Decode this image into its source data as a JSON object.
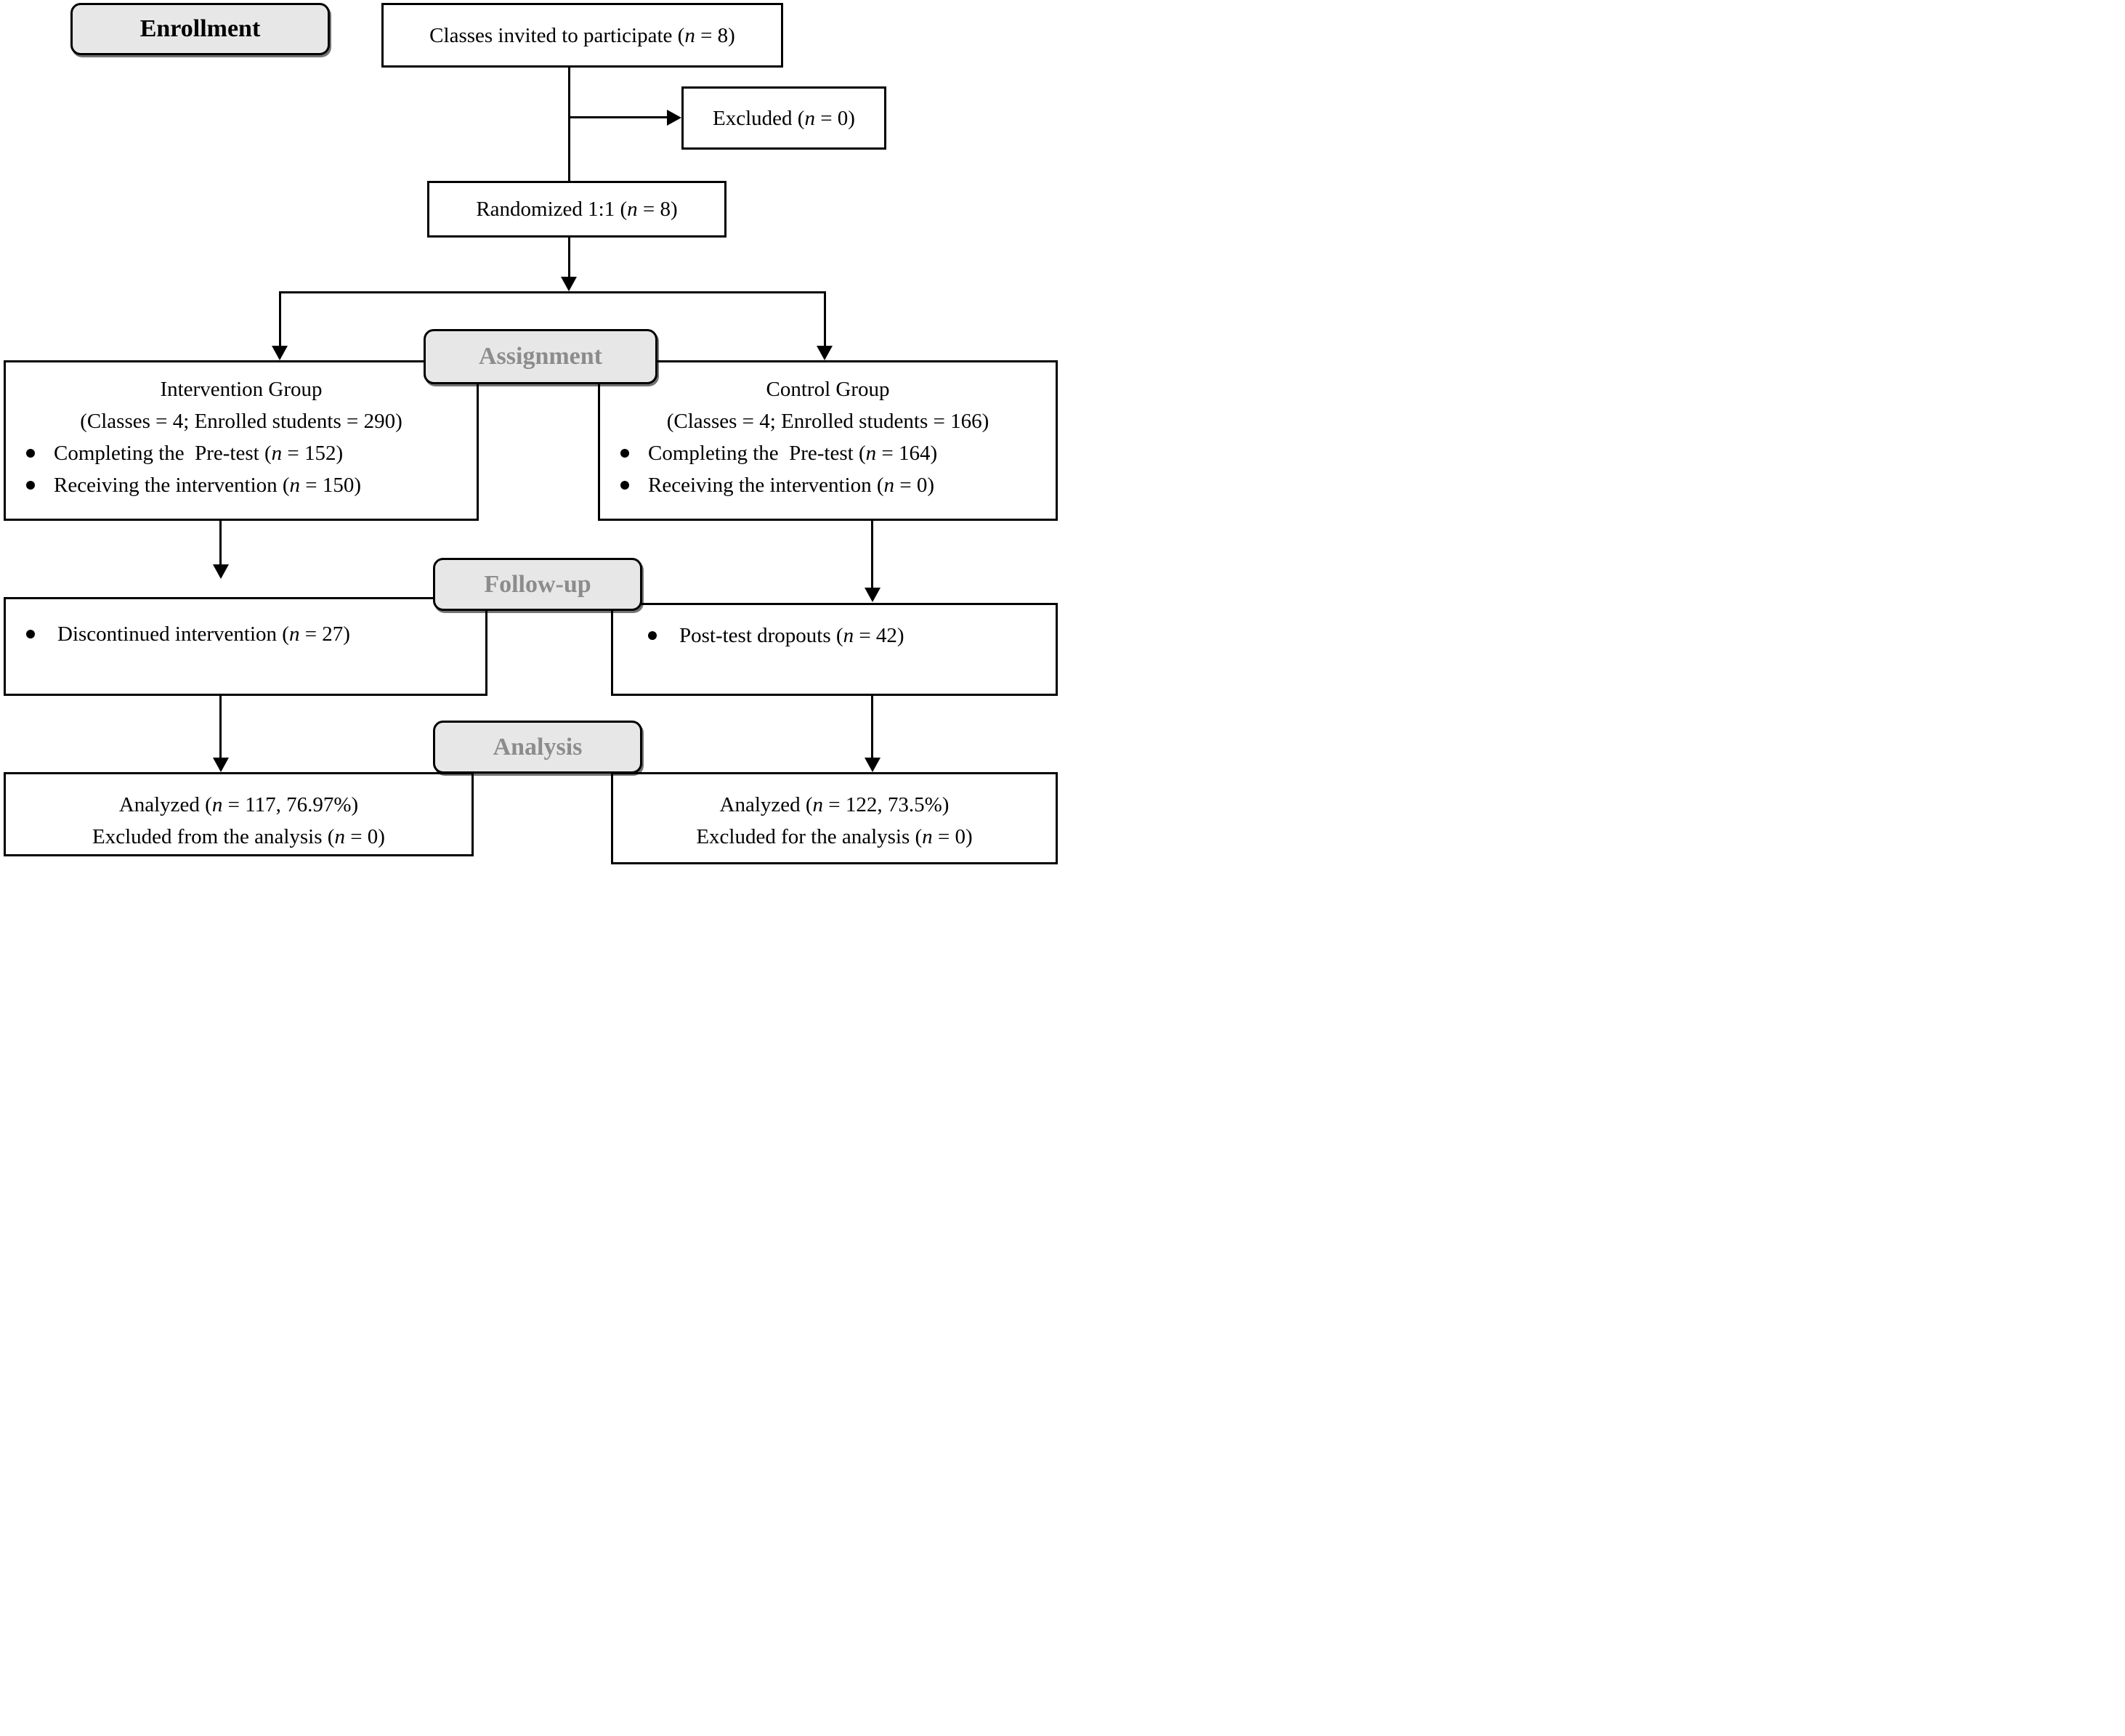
{
  "diagram": {
    "type": "consort-flow",
    "stages": {
      "enrollment": {
        "label": "Enrollment"
      },
      "assignment": {
        "label": "Assignment"
      },
      "followup": {
        "label": "Follow-up"
      },
      "analysis": {
        "label": "Analysis"
      }
    },
    "boxes": {
      "invited": {
        "text": "Classes invited to participate (n = 8)"
      },
      "excluded": {
        "text": "Excluded (n = 0)"
      },
      "randomized": {
        "text": "Randomized 1:1 (n = 8)"
      },
      "intervention_group": {
        "title": "Intervention Group",
        "subtitle": "(Classes = 4; Enrolled students = 290)",
        "bullets": [
          "Completing the  Pre-test (n = 152)",
          "Receiving the intervention (n = 150)"
        ]
      },
      "control_group": {
        "title": "Control Group",
        "subtitle": "(Classes = 4; Enrolled students = 166)",
        "bullets": [
          "Completing the  Pre-test (n = 164)",
          "Receiving the intervention (n = 0)"
        ]
      },
      "followup_intervention": {
        "bullets": [
          "Discontinued intervention (n = 27)"
        ]
      },
      "followup_control": {
        "bullets": [
          "Post-test dropouts (n = 42)"
        ]
      },
      "analysis_intervention": {
        "lines": [
          "Analyzed (n = 117, 76.97%)",
          "Excluded from the analysis (n = 0)"
        ]
      },
      "analysis_control": {
        "lines": [
          "Analyzed (n = 122, 73.5%)",
          "Excluded for the analysis (n = 0)"
        ]
      }
    },
    "colors": {
      "stage_fill": "#e7e7e7",
      "stage_text_gray": "#8c8c8c",
      "stage_text_black": "#000000",
      "box_border": "#000000",
      "box_background": "#ffffff",
      "body_text": "#000000"
    }
  }
}
